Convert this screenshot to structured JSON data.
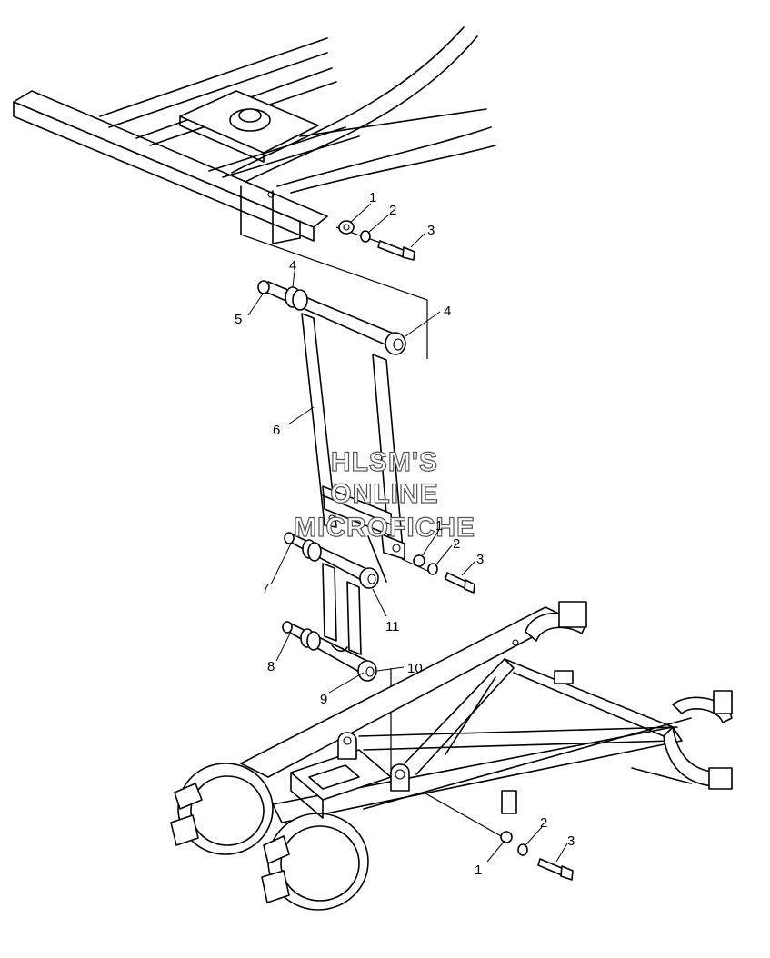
{
  "watermark": {
    "line1": "HLSM'S",
    "line2": "ONLINE",
    "line3": "MICROFICHE"
  },
  "callouts": {
    "c1a": "1",
    "c2a": "2",
    "c3a": "3",
    "c4a": "4",
    "c4b": "4",
    "c5": "5",
    "c6": "6",
    "c1b": "1",
    "c2b": "2",
    "c3b": "3",
    "c7": "7",
    "c11": "11",
    "c8": "8",
    "c10": "10",
    "c9": "9",
    "c1c": "1",
    "c2c": "2",
    "c3c": "3"
  }
}
